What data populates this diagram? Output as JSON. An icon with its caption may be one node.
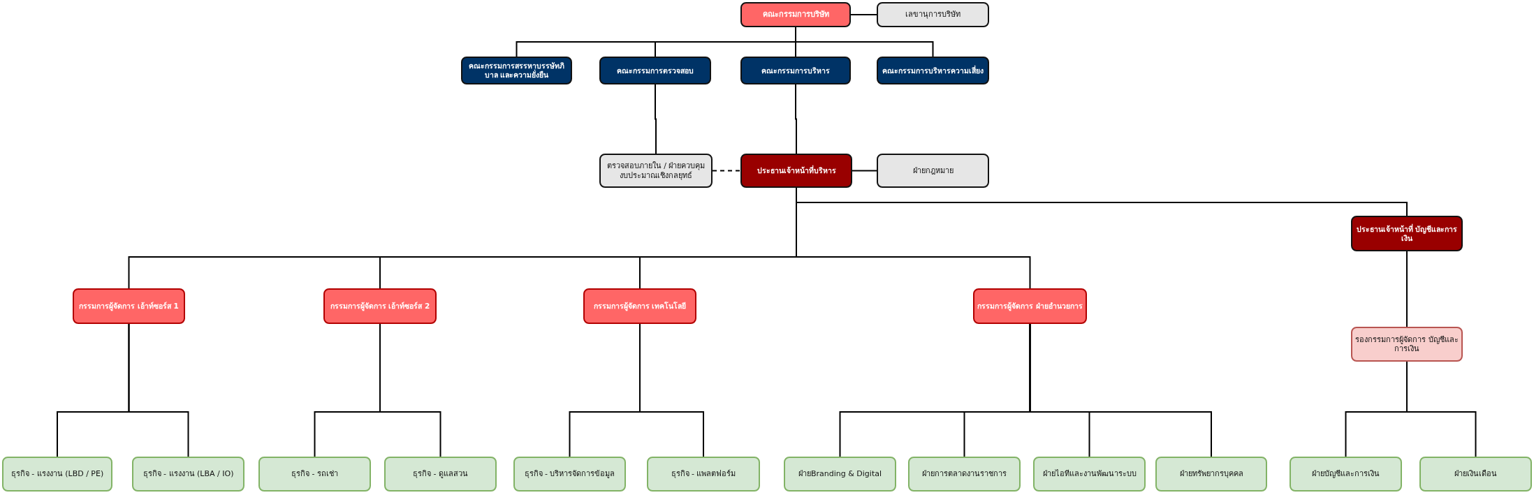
{
  "diagram": {
    "nodes": [
      {
        "text": [
          "คณะกรรมการบริษัท"
        ]
      },
      {
        "text": [
          "เลขานุการบริษัท"
        ]
      },
      {
        "text": [
          "คณะกรรมการสรรหาบรรษัทภิบาล และความยั่งยืน"
        ]
      },
      {
        "text": [
          "คณะกรรมการตรวจสอบ"
        ]
      },
      {
        "text": [
          "คณะกรรมการบริหาร"
        ]
      },
      {
        "text": [
          "คณะกรรมการบริหารความเสี่ยง"
        ]
      },
      {
        "text": [
          "ตรวจสอบภายใน / ฝ่ายควบคุม งบประมาณเชิงกลยุทธ์"
        ]
      },
      {
        "text": [
          "ประธานเจ้าหน้าที่บริหาร"
        ]
      },
      {
        "text": [
          "ฝ่ายกฎหมาย"
        ]
      },
      {
        "text": [
          "ประธานเจ้าหน้าที่ บัญชีและการเงิน"
        ]
      },
      {
        "text": [
          "กรรมการผู้จัดการ เอ้าท์ซอร์ส 1"
        ]
      },
      {
        "text": [
          "กรรมการผู้จัดการ เอ้าท์ซอร์ส 2"
        ]
      },
      {
        "text": [
          "กรรมการผู้จัดการ เทคโนโลยี"
        ]
      },
      {
        "text": [
          "กรรมการผู้จัดการ ฝ่ายอำนวยการ"
        ]
      },
      {
        "text": [
          "รองกรรมการผู้จัดการ บัญชีและการเงิน"
        ]
      },
      {
        "text": [
          "ธุรกิจ - แรงงาน (LBD / PE)"
        ]
      },
      {
        "text": [
          "ธุรกิจ - แรงงาน (LBA / IO)"
        ]
      },
      {
        "text": [
          "ธุรกิจ - รถเช่า"
        ]
      },
      {
        "text": [
          "ธุรกิจ - ดูแลสวน"
        ]
      },
      {
        "text": [
          "ธุรกิจ - บริหารจัดการข้อมูล"
        ]
      },
      {
        "text": [
          "ธุรกิจ - แพลตฟอร์ม"
        ]
      },
      {
        "text": [
          "ฝ่ายBranding & Digital"
        ]
      },
      {
        "text": [
          "ฝ่ายการตลาดงานราชการ"
        ]
      },
      {
        "text": [
          "ฝ่ายไอทีและงานพัฒนาระบบ"
        ]
      },
      {
        "text": [
          "ฝ่ายทรัพยากรบุคคล"
        ]
      },
      {
        "text": [
          "ฝ่ายบัญชีและการเงิน"
        ]
      },
      {
        "text": [
          "ฝ่ายเงินเดือน"
        ]
      }
    ],
    "edges": [
      {
        "from": 0,
        "to": 1,
        "arrow": "none"
      },
      {
        "from": 0,
        "to": 2,
        "arrow": "none"
      },
      {
        "from": 0,
        "to": 3,
        "arrow": "none"
      },
      {
        "from": 0,
        "to": 4,
        "arrow": "none"
      },
      {
        "from": 0,
        "to": 5,
        "arrow": "none"
      },
      {
        "from": 3,
        "to": 6,
        "arrow": "none"
      },
      {
        "from": 4,
        "to": 7,
        "arrow": "none"
      },
      {
        "from": 6,
        "to": 7,
        "arrow": "none",
        "style": "dashed"
      },
      {
        "from": 7,
        "to": 8,
        "arrow": "none"
      },
      {
        "from": 7,
        "to": 9,
        "arrow": "none"
      },
      {
        "from": 7,
        "to": 10,
        "arrow": "none"
      },
      {
        "from": 7,
        "to": 11,
        "arrow": "none"
      },
      {
        "from": 7,
        "to": 12,
        "arrow": "none"
      },
      {
        "from": 7,
        "to": 13,
        "arrow": "none"
      },
      {
        "from": 9,
        "to": 14,
        "arrow": "none"
      },
      {
        "from": 10,
        "to": 15,
        "arrow": "none"
      },
      {
        "from": 10,
        "to": 16,
        "arrow": "none"
      },
      {
        "from": 11,
        "to": 17,
        "arrow": "none"
      },
      {
        "from": 11,
        "to": 18,
        "arrow": "none"
      },
      {
        "from": 12,
        "to": 19,
        "arrow": "none"
      },
      {
        "from": 12,
        "to": 20,
        "arrow": "none"
      },
      {
        "from": 13,
        "to": 21,
        "arrow": "none"
      },
      {
        "from": 13,
        "to": 22,
        "arrow": "none"
      },
      {
        "from": 13,
        "to": 23,
        "arrow": "none"
      },
      {
        "from": 13,
        "to": 24,
        "arrow": "none"
      },
      {
        "from": 14,
        "to": 25,
        "arrow": "none"
      },
      {
        "from": 14,
        "to": 26,
        "arrow": "none"
      }
    ]
  }
}
